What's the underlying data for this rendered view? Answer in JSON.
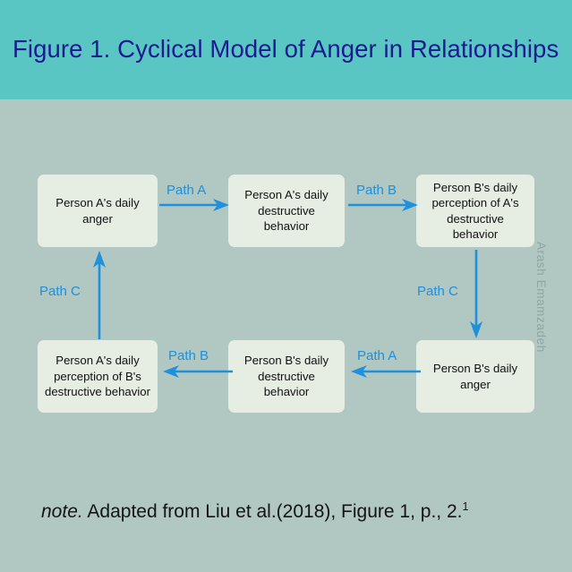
{
  "figure": {
    "title": "Figure 1. Cyclical Model of Anger in Relationships",
    "title_color": "#1b1b8f",
    "banner_color": "#59c6c4",
    "background_color": "#b0c7c2",
    "box_fill_color": "#e6ede3",
    "arrow_color": "#1e90dc"
  },
  "nodes": {
    "a_anger": "Person A's daily anger",
    "a_destructive": "Person A's daily destructive behavior",
    "b_perception": "Person B's daily perception of A's destructive behavior",
    "a_perception": "Person A's daily perception of B's destructive behavior",
    "b_destructive": "Person B's daily destructive behavior",
    "b_anger": "Person B's daily anger"
  },
  "path_labels": {
    "a_top": "Path A",
    "b_top": "Path B",
    "c_right": "Path C",
    "b_bottom": "Path B",
    "a_bottom": "Path A",
    "c_left": "Path C"
  },
  "watermark": "Arash Emamzadeh",
  "note": {
    "word": "note.",
    "text": " Adapted from Liu et al.(2018), Figure 1, p., 2.",
    "superscript": "1"
  }
}
